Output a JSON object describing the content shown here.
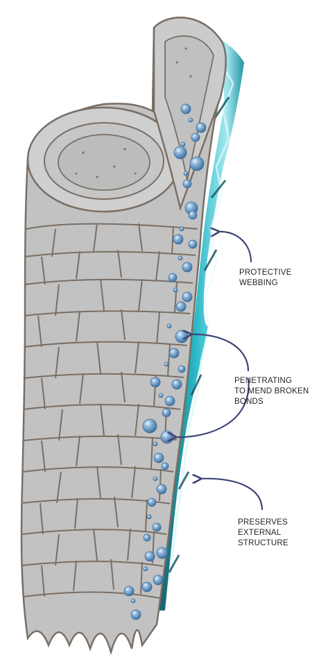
{
  "colors": {
    "hair_fill": "#c2c2c2",
    "hair_outline": "#7a6e64",
    "webbing_cyan": "#21b6c6",
    "webbing_dark": "#0b4f5c",
    "bubble_blue": "#5b8db8",
    "arrow_navy": "#3f4577",
    "label_text": "#231f20"
  },
  "callouts": [
    {
      "id": "protective-webbing",
      "lines": [
        "PROTECTIVE",
        "WEBBING"
      ]
    },
    {
      "id": "penetrating",
      "lines": [
        "PENETRATING",
        "TO MEND BROKEN",
        "BONDS"
      ]
    },
    {
      "id": "preserves",
      "lines": [
        "PRESERVES",
        "EXTERNAL",
        "STRUCTURE"
      ]
    }
  ]
}
